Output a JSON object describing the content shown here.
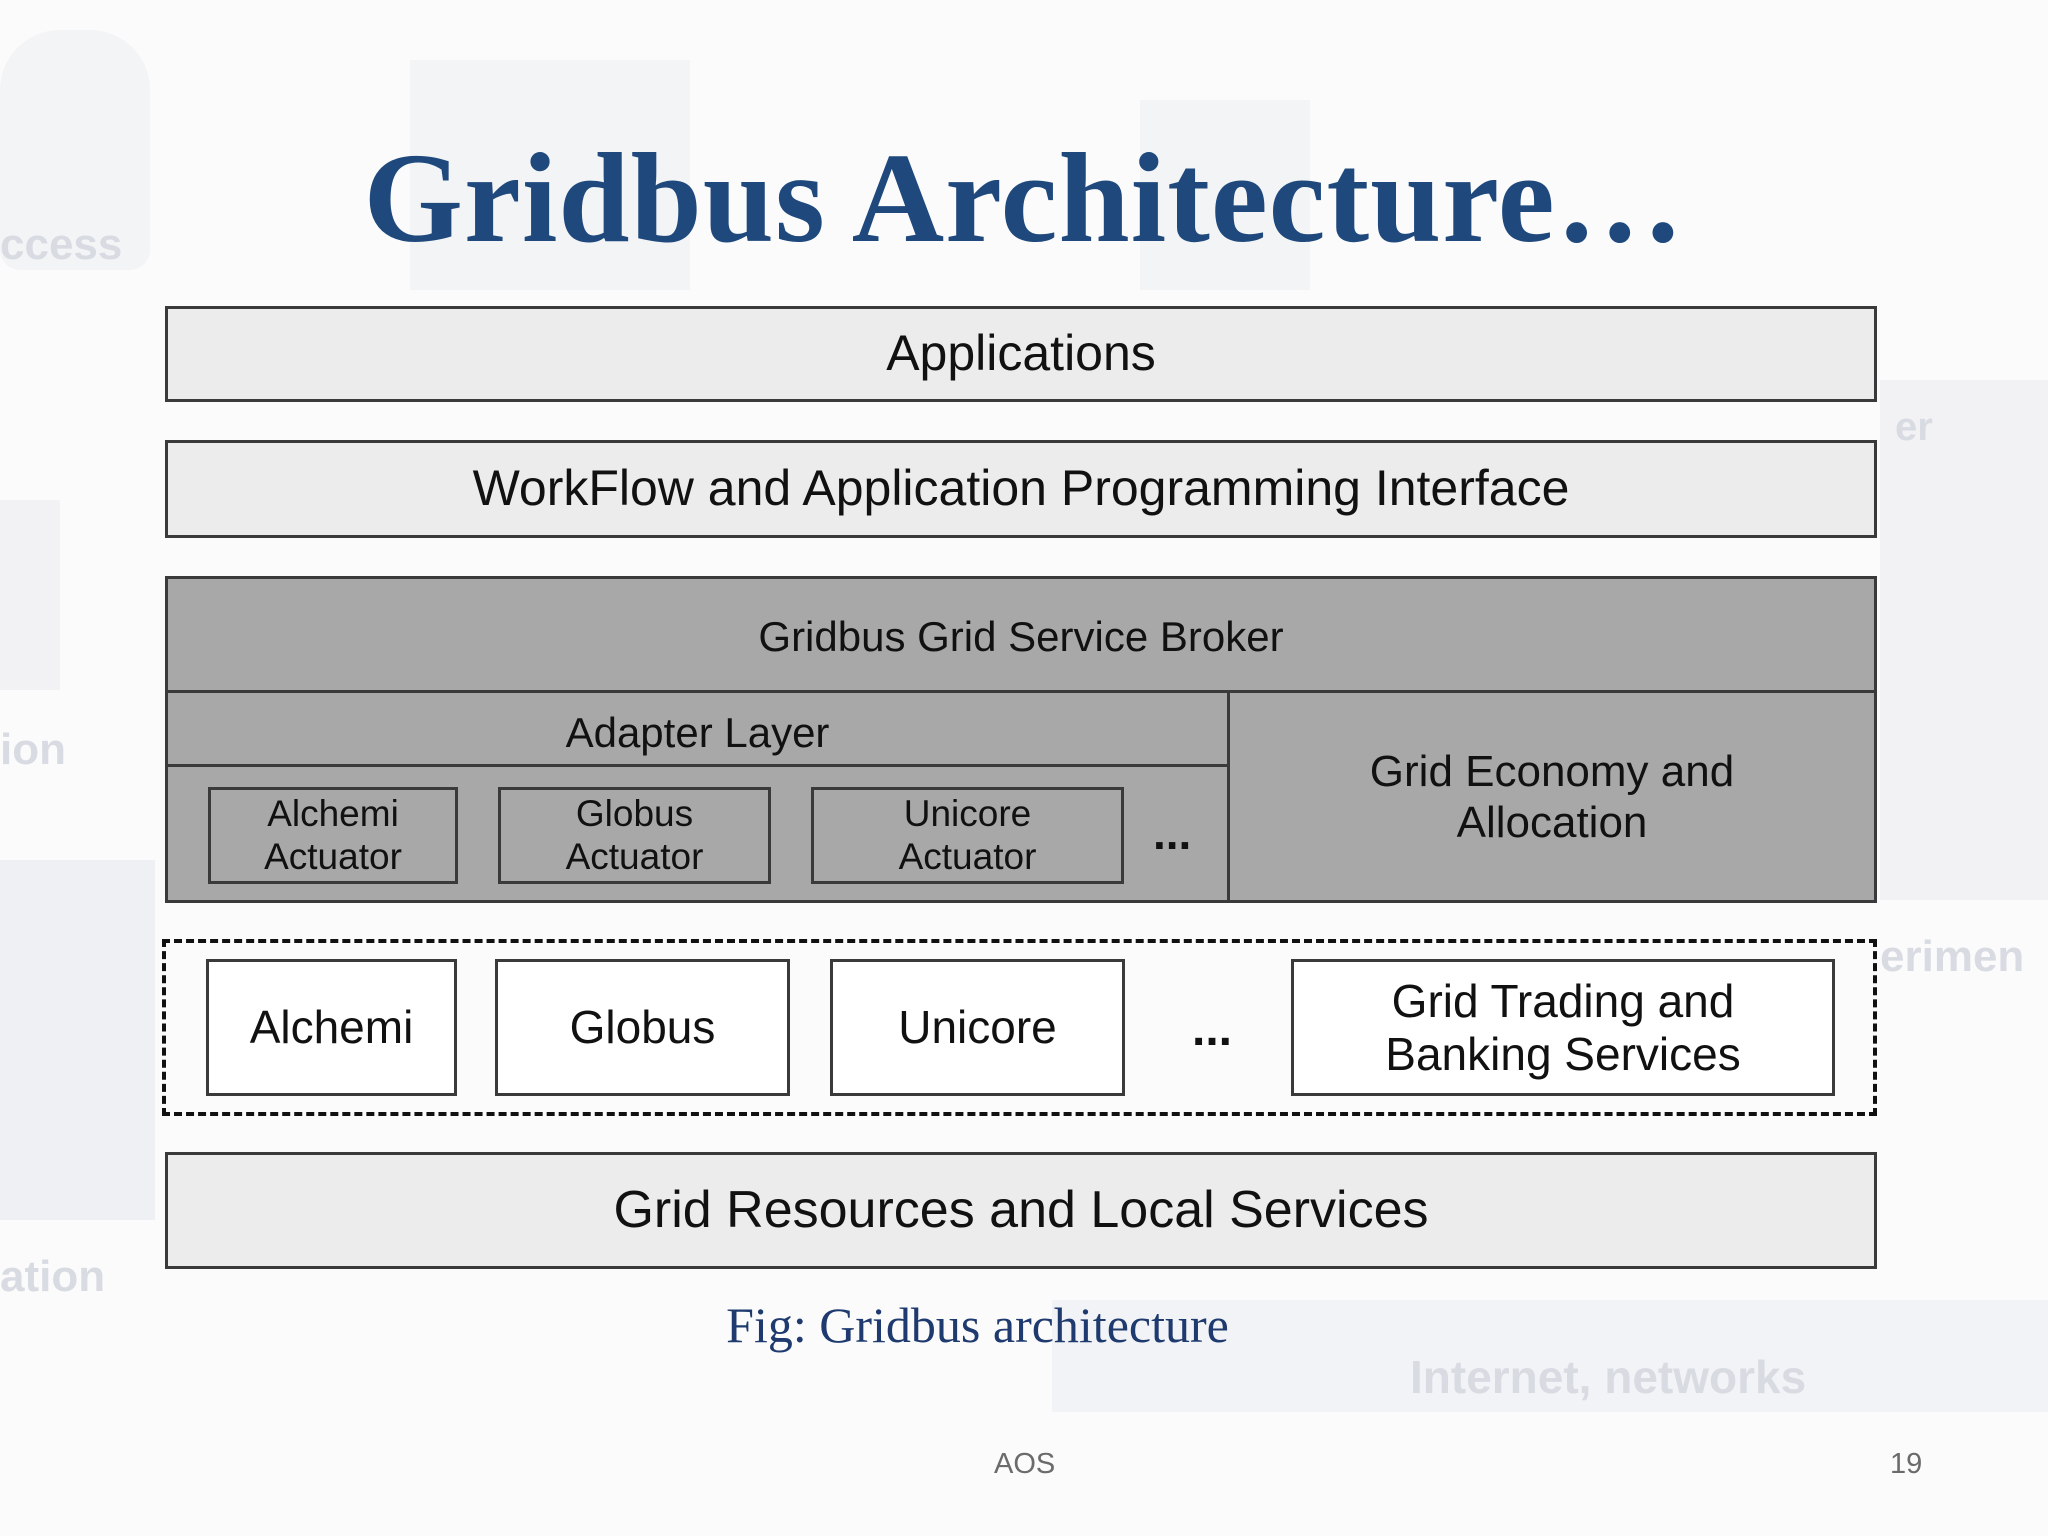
{
  "slide": {
    "title": "Gridbus Architecture…",
    "caption": "Fig: Gridbus architecture",
    "footer_center": "AOS",
    "page_number": "19"
  },
  "background_text": {
    "access": "ccess",
    "ion": "ion",
    "ation": "ation",
    "er": "er",
    "experiment": "erimen",
    "internet": "Internet, networks"
  },
  "diagram": {
    "applications": "Applications",
    "workflow_api": "WorkFlow and Application Programming Interface",
    "broker": "Gridbus Grid Service Broker",
    "adapter_layer": "Adapter Layer",
    "actuators": [
      {
        "line1": "Alchemi",
        "line2": "Actuator"
      },
      {
        "line1": "Globus",
        "line2": "Actuator"
      },
      {
        "line1": "Unicore",
        "line2": "Actuator"
      }
    ],
    "actuator_ellipsis": "...",
    "economy": {
      "line1": "Grid Economy and",
      "line2": "Allocation"
    },
    "middleware": [
      "Alchemi",
      "Globus",
      "Unicore"
    ],
    "middleware_ellipsis": "...",
    "trading": {
      "line1": "Grid Trading and",
      "line2": "Banking Services"
    },
    "resources": "Grid Resources and Local Services"
  },
  "colors": {
    "title": "#1f497d",
    "light_box": "#ececec",
    "dark_box": "#a8a8a8"
  }
}
